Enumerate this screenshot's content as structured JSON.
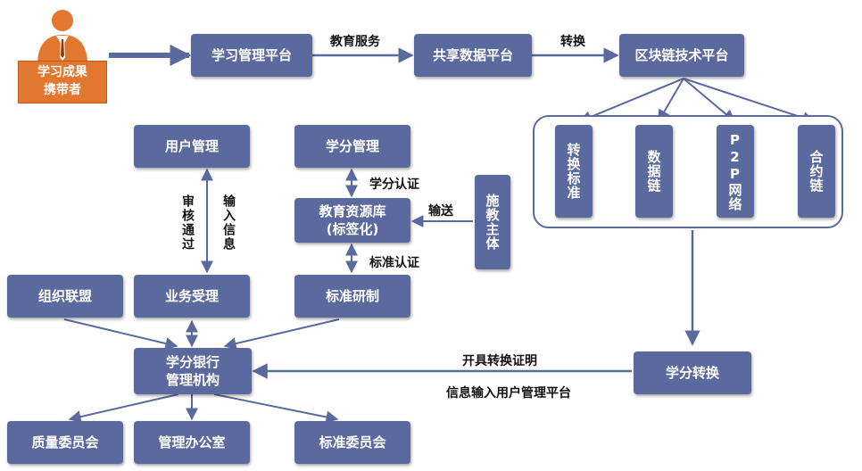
{
  "carrier": {
    "label_line1": "学习成果",
    "label_line2": "携带者"
  },
  "top_row": {
    "learning_platform": "学习管理平台",
    "shared_data_platform": "共享数据平台",
    "blockchain_platform": "区块链技术平台",
    "edu_service_label": "教育服务",
    "convert_label": "转换"
  },
  "chain": {
    "conversion_standard": "转换标准",
    "data_chain": "数据链",
    "p2p_network": "P2P网络",
    "contract_chain": "合约链"
  },
  "middle": {
    "user_mgmt": "用户管理",
    "credit_mgmt": "学分管理",
    "edu_resource_line1": "教育资源库",
    "edu_resource_line2": "(标签化)",
    "teaching_body": "施教主体",
    "credit_cert_label": "学分认证",
    "std_cert_label": "标准认证",
    "deliver_label": "输送",
    "review_label": "审核通过",
    "input_label": "输入信息"
  },
  "lower": {
    "org_alliance": "组织联盟",
    "business_accept": "业务受理",
    "std_development": "标准研制",
    "bank_line1": "学分银行",
    "bank_line2": "管理机构",
    "credit_conversion": "学分转换",
    "issue_cert_label": "开具转换证明",
    "info_input_label": "信息输入用户管理平台"
  },
  "bottom": {
    "quality_committee": "质量委员会",
    "mgmt_office": "管理办公室",
    "std_committee": "标准委员会"
  },
  "colors": {
    "box": "#5b6a9e",
    "carrier": "#e2772f",
    "line": "#5b6a9e"
  }
}
